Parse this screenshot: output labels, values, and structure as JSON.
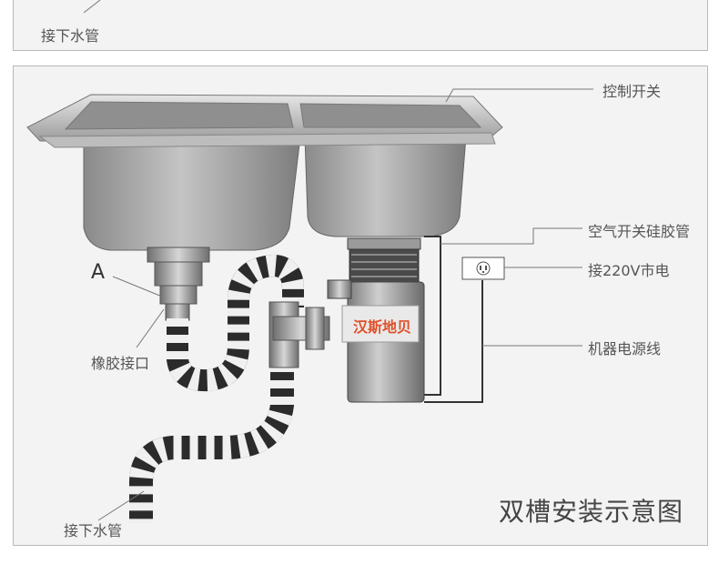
{
  "top_panel": {
    "label": "接下水管"
  },
  "diagram": {
    "title": "双槽安装示意图",
    "labels": {
      "control_switch": "控制开关",
      "air_switch_tube": "空气开关硅胶管",
      "outlet_220v": "接220V市电",
      "power_cord": "机器电源线",
      "marker_a": "A",
      "rubber_joint": "橡胶接口",
      "drain_pipe": "接下水管"
    },
    "brand": "汉斯地贝"
  },
  "colors": {
    "panel_bg": "#f3f3f3",
    "panel_border": "#b9b9b9",
    "brand_text": "#e0502a",
    "stainless": "#a9a9a9"
  }
}
